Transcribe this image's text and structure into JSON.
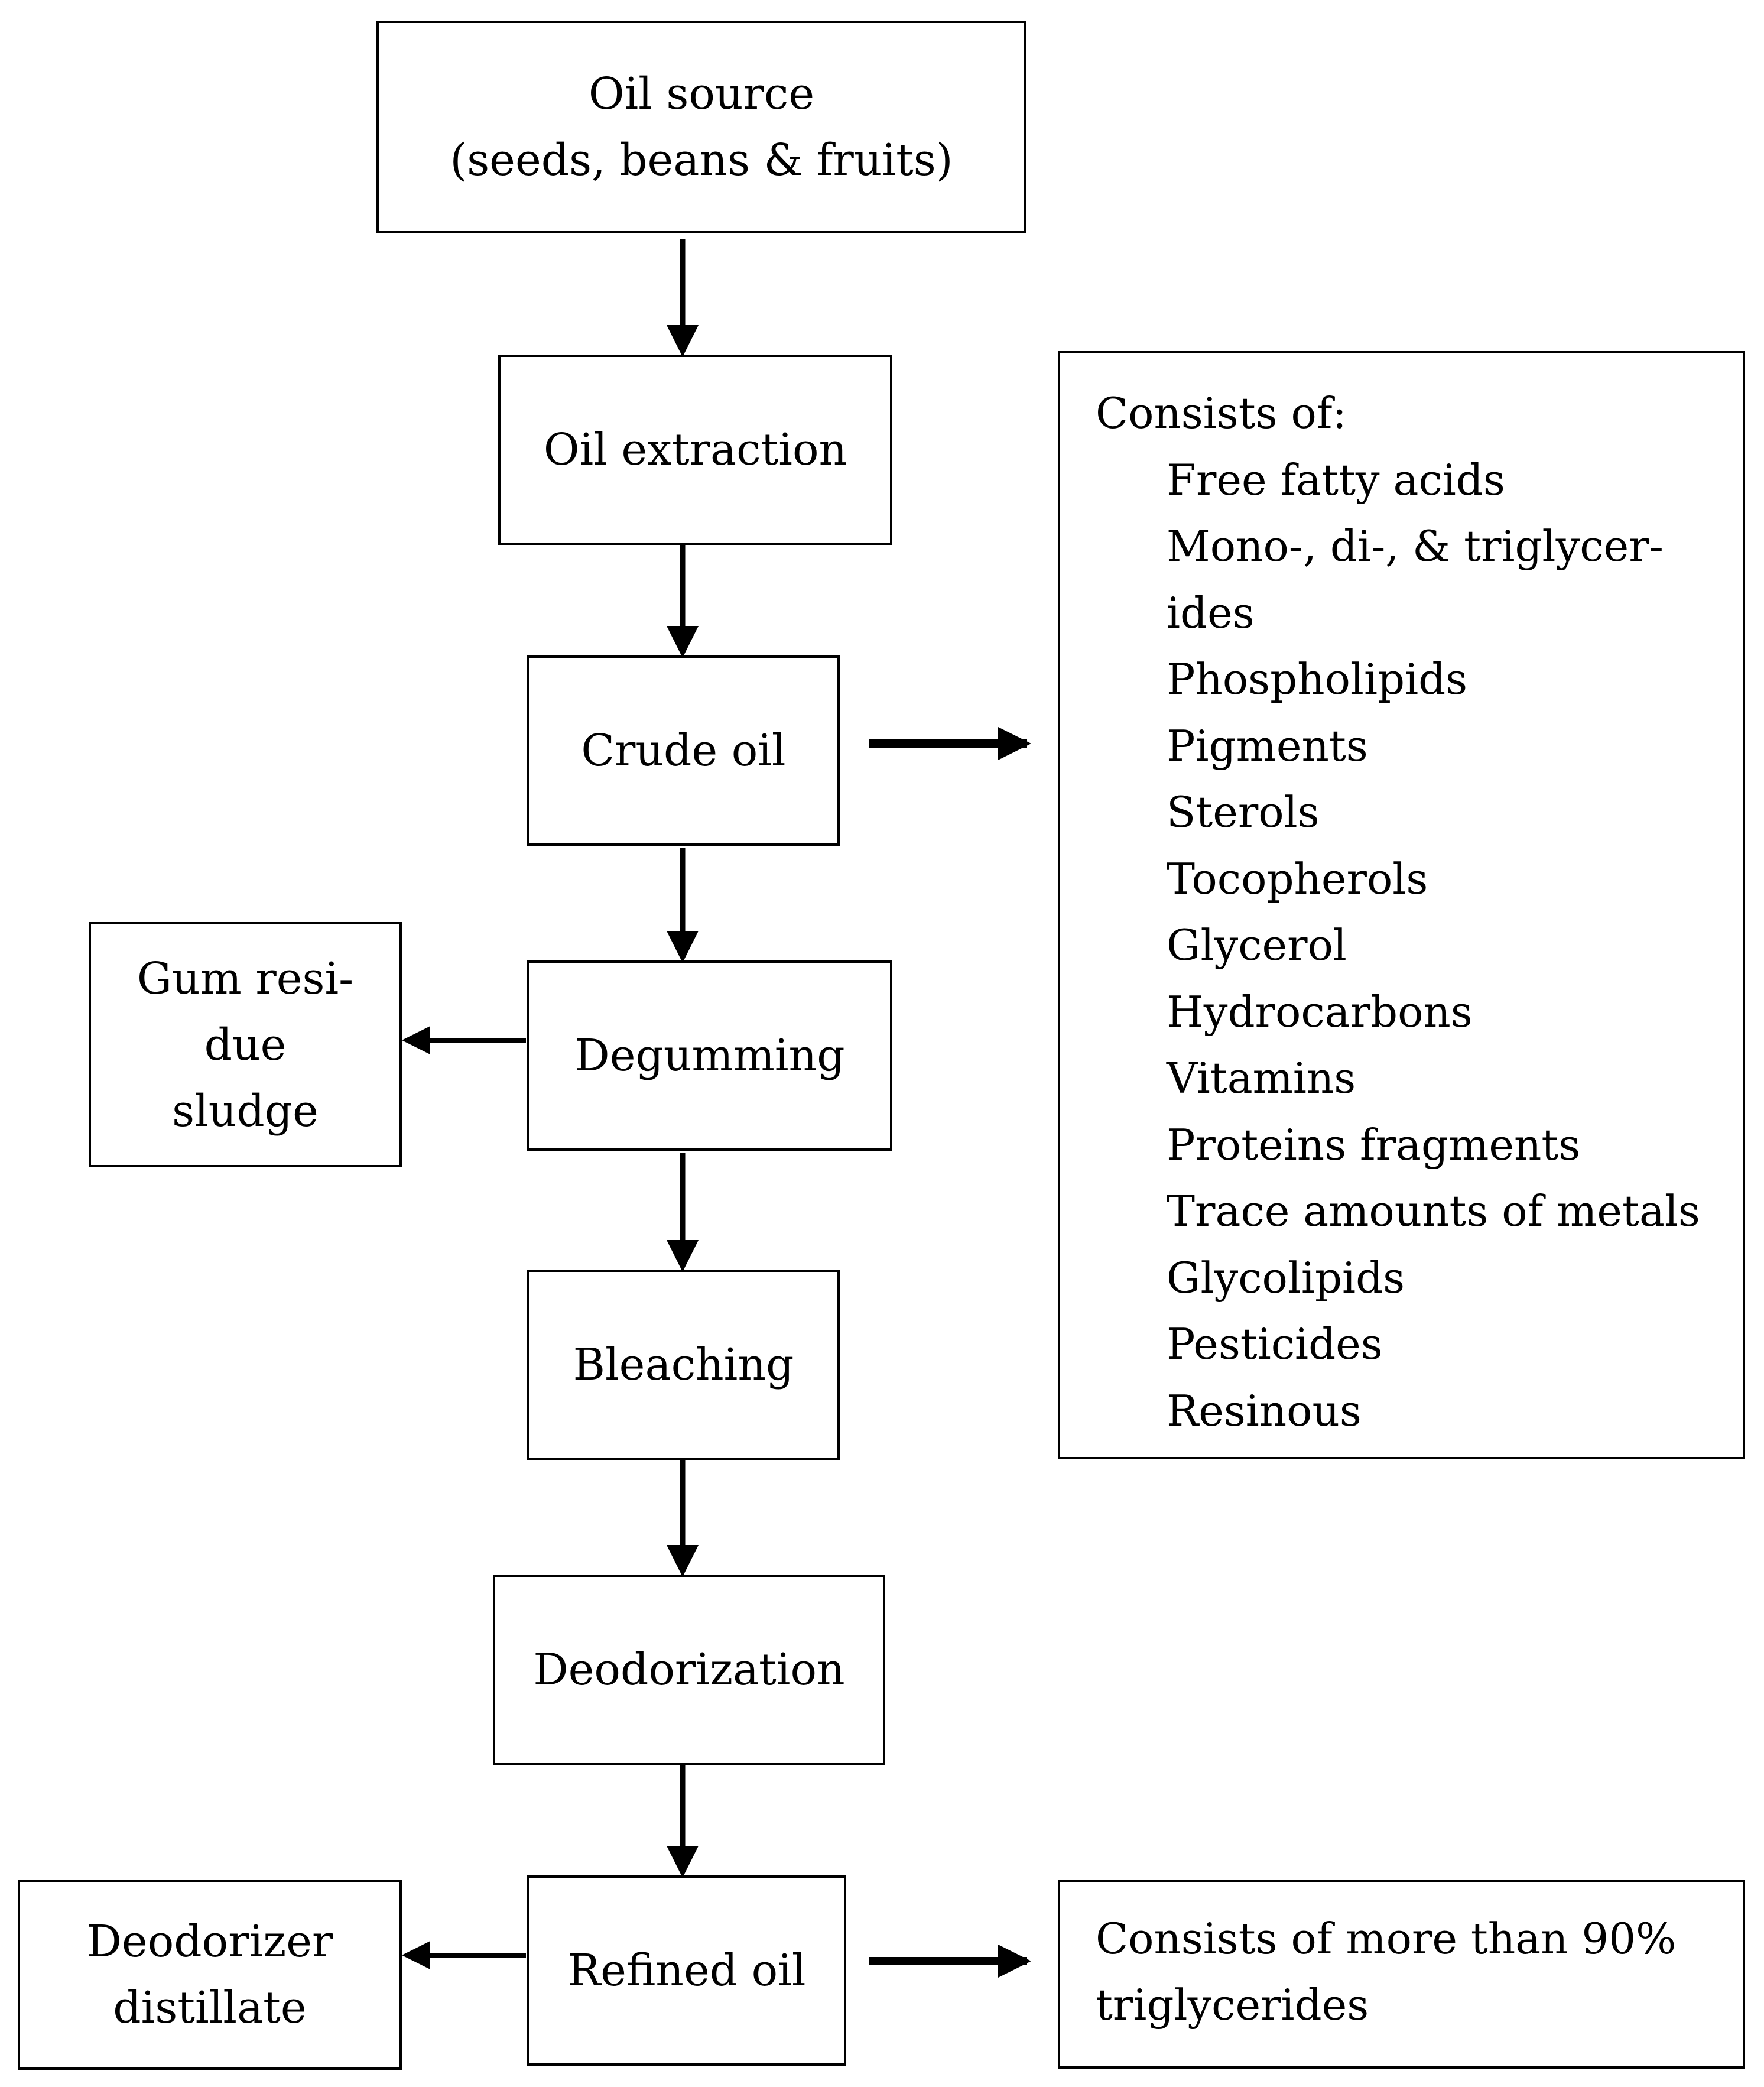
{
  "nodes": {
    "oil_source": {
      "line1": "Oil source",
      "line2": "(seeds, beans & fruits)"
    },
    "oil_extraction": {
      "label": "Oil extraction"
    },
    "crude_oil": {
      "label": "Crude oil"
    },
    "degumming": {
      "label": "Degumming"
    },
    "gum_residue": {
      "line1": "Gum resi-",
      "line2": "due",
      "line3": "sludge"
    },
    "bleaching": {
      "label": "Bleaching"
    },
    "deodorization": {
      "label": "Deodorization"
    },
    "refined_oil": {
      "label": "Refined oil"
    },
    "deodorizer_distillate": {
      "line1": "Deodorizer",
      "line2": "distillate"
    }
  },
  "crude_composition": {
    "heading": "Consists of:",
    "items": [
      "Free fatty acids",
      "Mono-, di-, & triglycer-",
      "ides",
      "Phospholipids",
      "Pigments",
      "Sterols",
      "Tocopherols",
      "Glycerol",
      "Hydrocarbons",
      "Vitamins",
      "Proteins fragments",
      "Trace amounts of metals",
      "Glycolipids",
      "Pesticides",
      "Resinous"
    ]
  },
  "refined_composition": {
    "line1": "Consists of more than 90%",
    "line2": "triglycerides"
  }
}
